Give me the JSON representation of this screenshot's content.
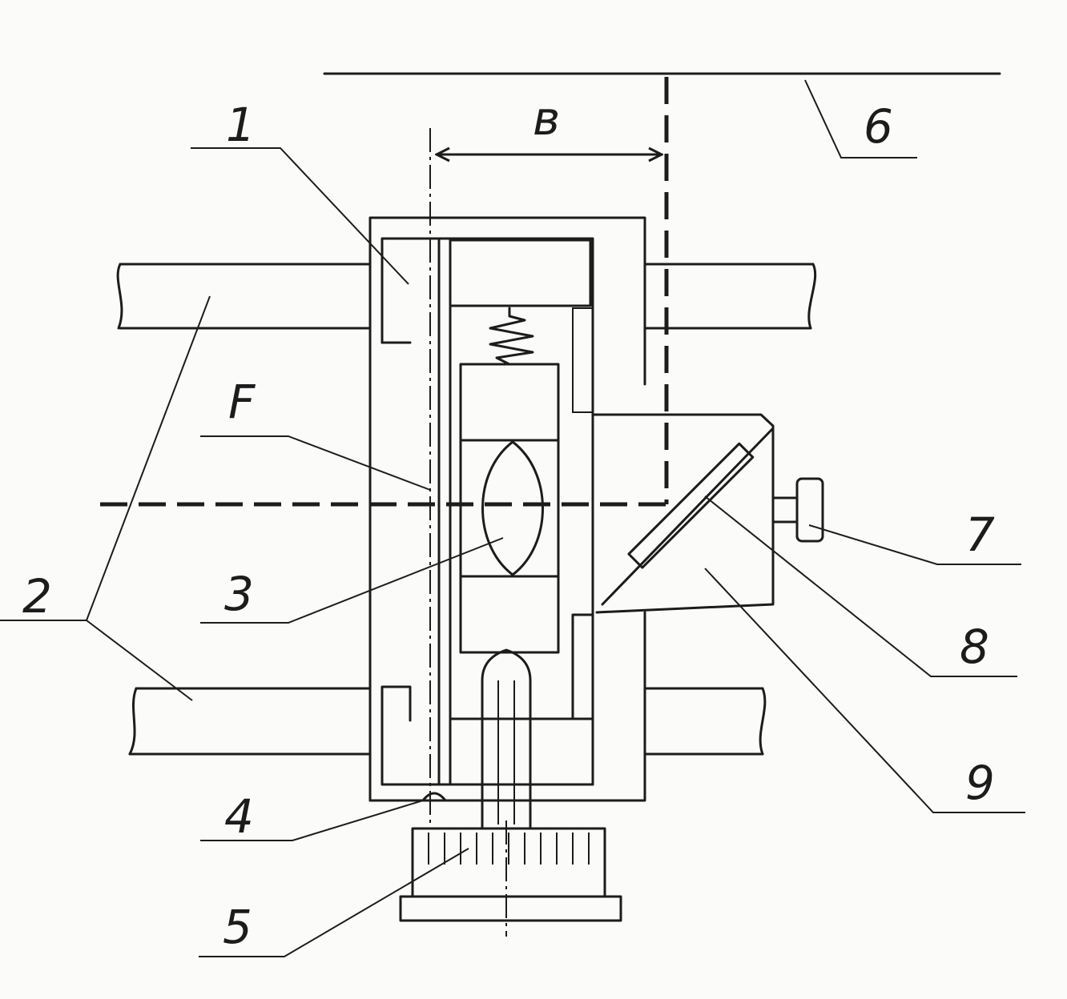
{
  "diagram": {
    "labels": {
      "l1": "1",
      "l2": "2",
      "l3": "3",
      "l4": "4",
      "l5": "5",
      "l6": "6",
      "l7": "7",
      "l8": "8",
      "l9": "9",
      "lF": "F",
      "lB": "в"
    }
  }
}
